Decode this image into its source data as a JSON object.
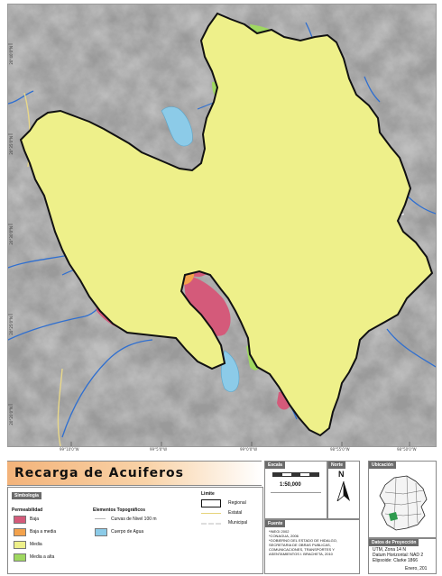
{
  "map": {
    "lat_labels": [
      "20°40'0\"N",
      "20°35'0\"N",
      "20°30'0\"N",
      "20°25'0\"N",
      "20°20'0\"N"
    ],
    "lon_labels": [
      "99°10'0\"W",
      "99°5'0\"W",
      "99°0'0\"W",
      "98°55'0\"W",
      "98°50'0\"W"
    ]
  },
  "title": "Recarga de Acuiferos",
  "legend": {
    "heading": "Simbología",
    "permeabilidad": {
      "heading": "Permeabilidad",
      "classes": [
        {
          "label": "Baja",
          "color": "#d45a7a"
        },
        {
          "label": "Baja a media",
          "color": "#f3a24c"
        },
        {
          "label": "Media",
          "color": "#eef08a"
        },
        {
          "label": "Media a alta",
          "color": "#9fd860"
        }
      ]
    },
    "elementos": {
      "heading": "Elementos Topográficos",
      "items": [
        {
          "label": "Curvas de Nivel 100 m",
          "kind": "line"
        },
        {
          "label": "Cuerpo de Agua",
          "kind": "fill",
          "color": "#8ccbe8"
        }
      ]
    },
    "limite": {
      "heading": "Limite",
      "items": [
        {
          "label": "Regional",
          "kind": "box"
        },
        {
          "label": "Estatal",
          "kind": "line",
          "color": "#e6d37a"
        },
        {
          "label": "Municipal",
          "kind": "line",
          "color": "#dddddd"
        }
      ]
    }
  },
  "escala": {
    "heading": "Escala",
    "value": "1:50,000"
  },
  "norte": {
    "heading": "Norte",
    "letter": "N"
  },
  "ubicacion": {
    "heading": "Ubicación"
  },
  "fuente": {
    "heading": "Fuente",
    "lines": [
      "*INEGI 2002",
      "*CONAGUA, 2006",
      "*GOBIERNO DEL ESTADO DE HIDALGO,",
      "SECRETARIA DE OBRAS PUBLICAS,",
      "COMUNICACIONES, TRANSPORTES Y",
      "ASENTAMIENTOS I. BRACHETA, 2010"
    ]
  },
  "proyeccion": {
    "heading": "Datos de Proyección",
    "lines": [
      "UTM, Zona 14 N",
      "Datum Horizontal: NAD 2",
      "Elipsoide: Clarke 1866"
    ],
    "date": "Enero, 201"
  }
}
